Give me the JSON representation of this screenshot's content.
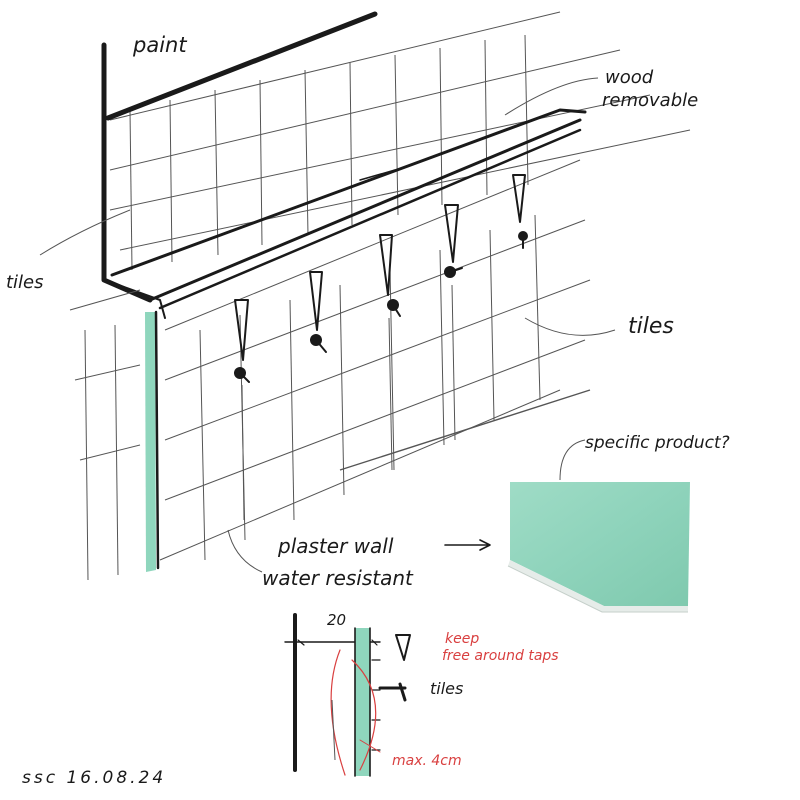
{
  "labels": {
    "paint": "paint",
    "wood": "wood",
    "removable": "removable",
    "tiles_left": "tiles",
    "tiles_right": "tiles",
    "specific_product": "specific product?",
    "plaster_wall": "plaster wall",
    "water_resistant": "water resistant",
    "dimension": "20",
    "keep": "keep",
    "free_around_taps": "free around taps",
    "tiles_section": "tiles",
    "max": "max. 4cm",
    "signature": "ssc 16.08.24"
  },
  "colors": {
    "ink": "#1a1a1a",
    "plaster_board": "#8fd6bd",
    "red_note": "#d94040"
  }
}
